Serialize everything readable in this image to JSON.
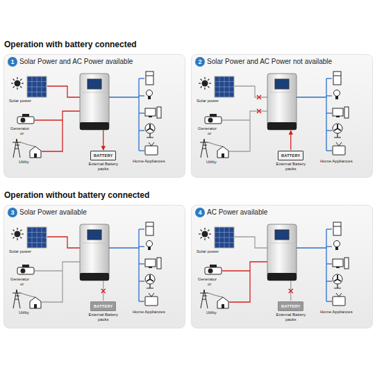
{
  "diagram": {
    "nodes": [
      {
        "text": [
          "Solar Power and AC Power available"
        ]
      },
      {
        "text": [
          "1"
        ],
        "in": 0
      },
      {
        "text": [
          "BATTERY",
          "External Battery packs"
        ],
        "in": 0
      },
      {
        "text": [
          "Solar Power and AC Power not available"
        ]
      },
      {
        "text": [
          "2"
        ],
        "in": 3
      },
      {
        "text": [
          "BATTERY",
          "External Battery packs"
        ],
        "in": 3
      },
      {
        "text": [
          "Solar Power available"
        ]
      },
      {
        "text": [
          "3"
        ],
        "in": 6
      },
      {
        "text": [
          "BATTERY",
          "External Battery packs"
        ],
        "in": 6
      },
      {
        "text": [
          "AC Power available"
        ]
      },
      {
        "text": [
          "4"
        ],
        "in": 9
      },
      {
        "text": [
          "BATTERY",
          "External Battery packs"
        ],
        "in": 9
      }
    ],
    "labels": [
      "Operation with battery connected",
      "Solar power",
      "Generator",
      "or",
      "Utility",
      "Home Appliances",
      "Solar power",
      "Generator",
      "or",
      "Utility",
      "Home Appliances",
      "Operation without battery connected",
      "Solar power",
      "Generator",
      "or",
      "Utility",
      "Home Appliances",
      "Solar power",
      "Generator",
      "or",
      "Utility",
      "Home Appliances"
    ]
  }
}
